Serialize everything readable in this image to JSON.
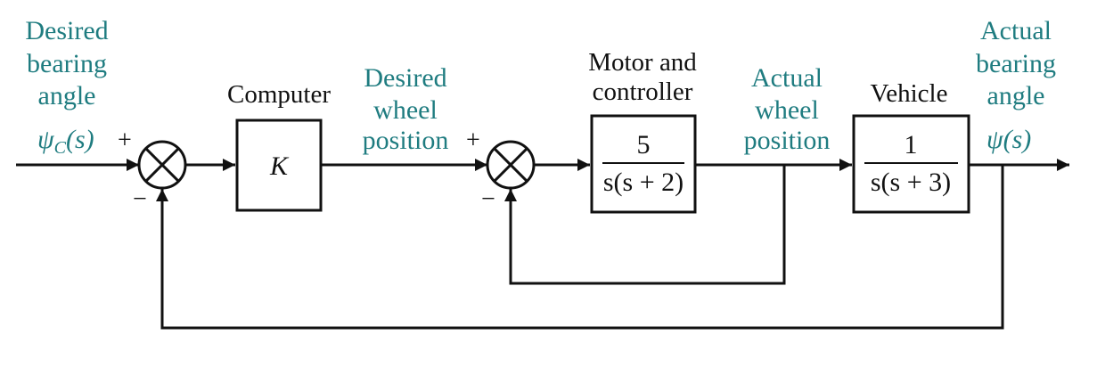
{
  "colors": {
    "label": "#1f7c80",
    "ink": "#111111"
  },
  "labels": {
    "desired_bearing_angle": [
      "Desired",
      "bearing",
      "angle"
    ],
    "desired_wheel_position": [
      "Desired",
      "wheel",
      "position"
    ],
    "actual_wheel_position": [
      "Actual",
      "wheel",
      "position"
    ],
    "actual_bearing_angle": [
      "Actual",
      "bearing",
      "angle"
    ]
  },
  "signals": {
    "input_symbol": "ψ",
    "input_subscript": "C",
    "input_arg": "(s)",
    "output_symbol": "ψ",
    "output_arg": "(s)"
  },
  "summing_junctions": [
    {
      "plus": "+",
      "minus": "−"
    },
    {
      "plus": "+",
      "minus": "−"
    }
  ],
  "blocks": {
    "computer": {
      "title": "Computer",
      "gain": "K"
    },
    "motor": {
      "title_line1": "Motor and",
      "title_line2": "controller",
      "numerator": "5",
      "denominator": "s(s + 2)"
    },
    "vehicle": {
      "title": "Vehicle",
      "numerator": "1",
      "denominator": "s(s + 3)"
    }
  }
}
